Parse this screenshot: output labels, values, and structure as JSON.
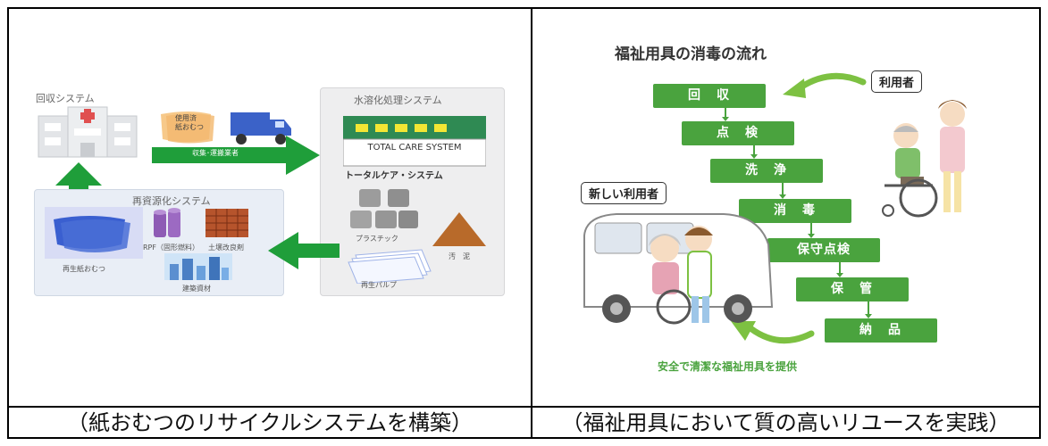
{
  "left_diagram": {
    "collection_system": "回収システム",
    "water_treatment_system": "水溶化処理システム",
    "total_care_system": "TOTAL CARE SYSTEM",
    "total_care_system_jp": "トータルケア・システム",
    "used_diapers": "使用済\n紙おむつ",
    "collection_vendor": "収集･運搬業者",
    "recycling_system": "再資源化システム",
    "rpf": "RPF（固形燃料）",
    "soil_improver": "土壌改良剤",
    "building_material": "建築資材",
    "recycled_diaper": "再生紙おむつ",
    "plastic": "プラスチック",
    "sludge": "汚　泥",
    "recycled_pulp": "再生パルプ"
  },
  "right_diagram": {
    "title": "福祉用具の消毒の流れ",
    "user_label": "利用者",
    "new_user_label": "新しい利用者",
    "steps": [
      "回　収",
      "点　検",
      "洗　浄",
      "消　毒",
      "保守点検",
      "保　管",
      "納　品"
    ],
    "footer": "安全で清潔な福祉用具を提供"
  },
  "captions": {
    "left": "（紙おむつのリサイクルシステムを構築）",
    "right": "（福祉用具において質の高いリユースを実践）"
  },
  "colors": {
    "green_arrow": "#1f9e3a",
    "step_green": "#4aa33e",
    "brick": "#b6542c",
    "sludge": "#b86a2a",
    "purple": "#8e5bb5",
    "diaper_blue": "#4a6ed6"
  }
}
